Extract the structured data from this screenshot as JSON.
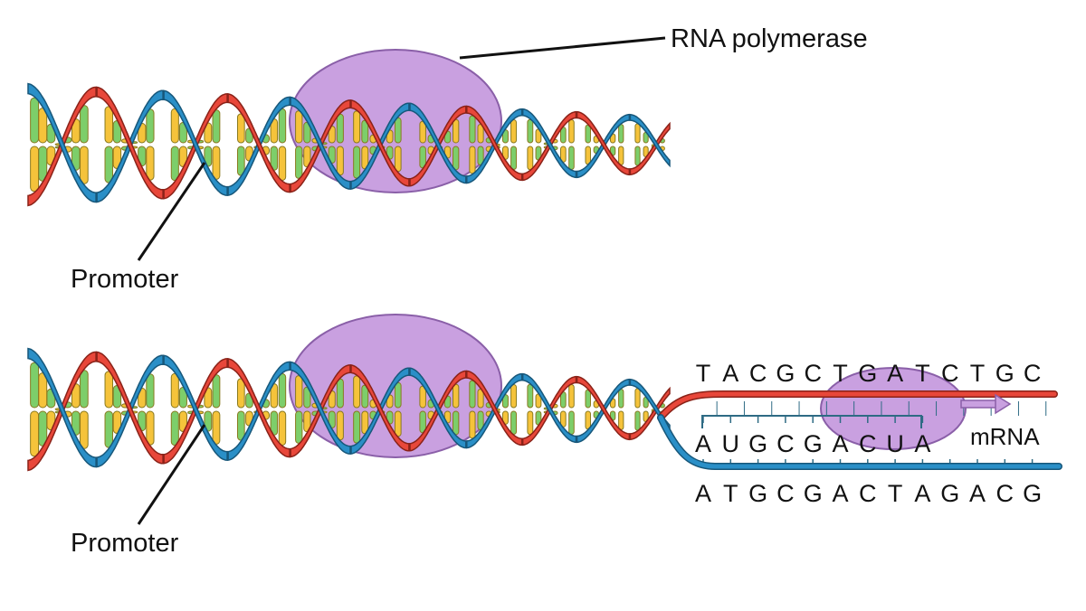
{
  "labels": {
    "rna_polymerase": "RNA polymerase",
    "promoter_top": "Promoter",
    "promoter_bottom": "Promoter",
    "mrna": "mRNA"
  },
  "sequences": {
    "coding": [
      "T",
      "A",
      "C",
      "G",
      "C",
      "T",
      "G",
      "A",
      "T",
      "C",
      "T",
      "G",
      "C"
    ],
    "mrna": [
      "A",
      "U",
      "G",
      "C",
      "G",
      "A",
      "C",
      "U",
      "A"
    ],
    "template": [
      "A",
      "T",
      "G",
      "C",
      "G",
      "A",
      "C",
      "T",
      "A",
      "G",
      "A",
      "C",
      "G"
    ]
  },
  "colors": {
    "strand_red": "#e8473a",
    "strand_blue": "#2a8fc7",
    "polymerase": "#c9a0e0",
    "base_green": "#7dce6a",
    "base_yellow": "#f5c33b",
    "bond": "#2e6b84"
  }
}
